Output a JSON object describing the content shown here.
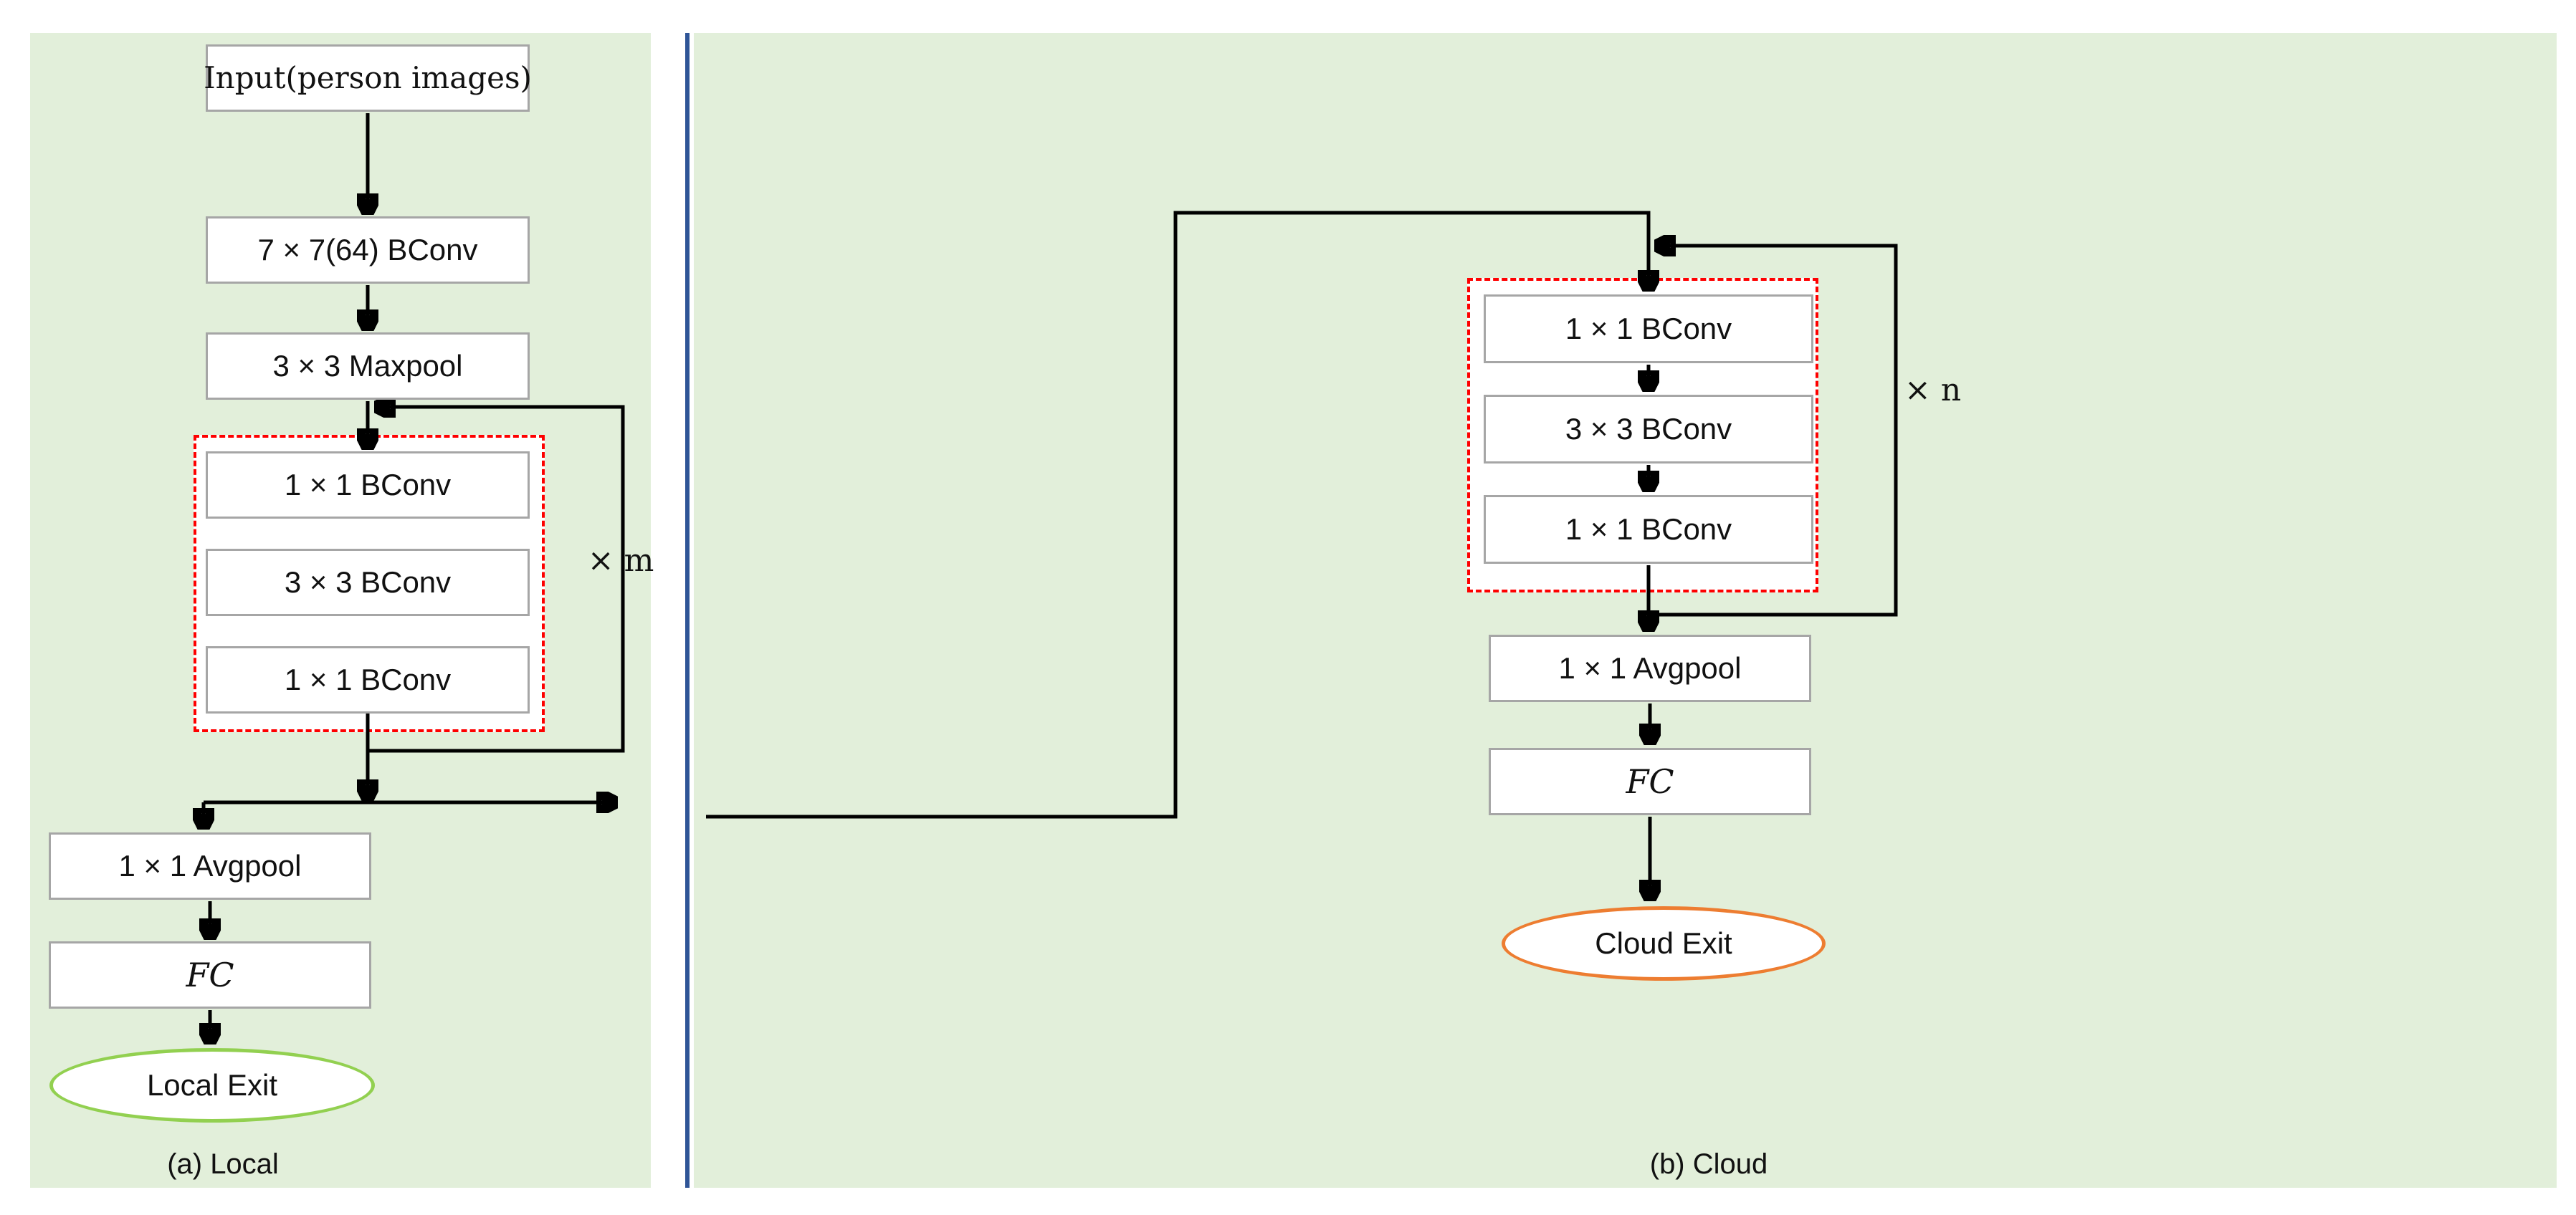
{
  "figure": {
    "type": "flowchart",
    "description": "Two-panel binary-CNN architecture diagram with a local branch and a cloud branch"
  },
  "colors": {
    "panel_bg": "#e2efda",
    "divider": "#2f5597",
    "line": "#000000",
    "box_border": "#a6a6a6",
    "dashed_border": "#fe0000",
    "local_exit_border": "#92d050",
    "cloud_exit_border": "#ed7d31",
    "text": "#111111"
  },
  "local": {
    "caption": "(a) Local",
    "input_label": "Input(person images)",
    "conv7_label": "7 × 7(64) BConv",
    "maxpool_label": "3 × 3 Maxpool",
    "block": {
      "labels": [
        "1 × 1 BConv",
        "3 × 3 BConv",
        "1 × 1 BConv"
      ],
      "repeat_label": "× m"
    },
    "avgpool_label": "1 × 1 Avgpool",
    "fc_label": "FC",
    "exit_label": "Local Exit"
  },
  "cloud": {
    "caption": "(b) Cloud",
    "block": {
      "labels": [
        "1 × 1 BConv",
        "3 × 3 BConv",
        "1 × 1 BConv"
      ],
      "repeat_label": "× n"
    },
    "avgpool_label": "1 × 1 Avgpool",
    "fc_label": "FC",
    "exit_label": "Cloud Exit"
  }
}
